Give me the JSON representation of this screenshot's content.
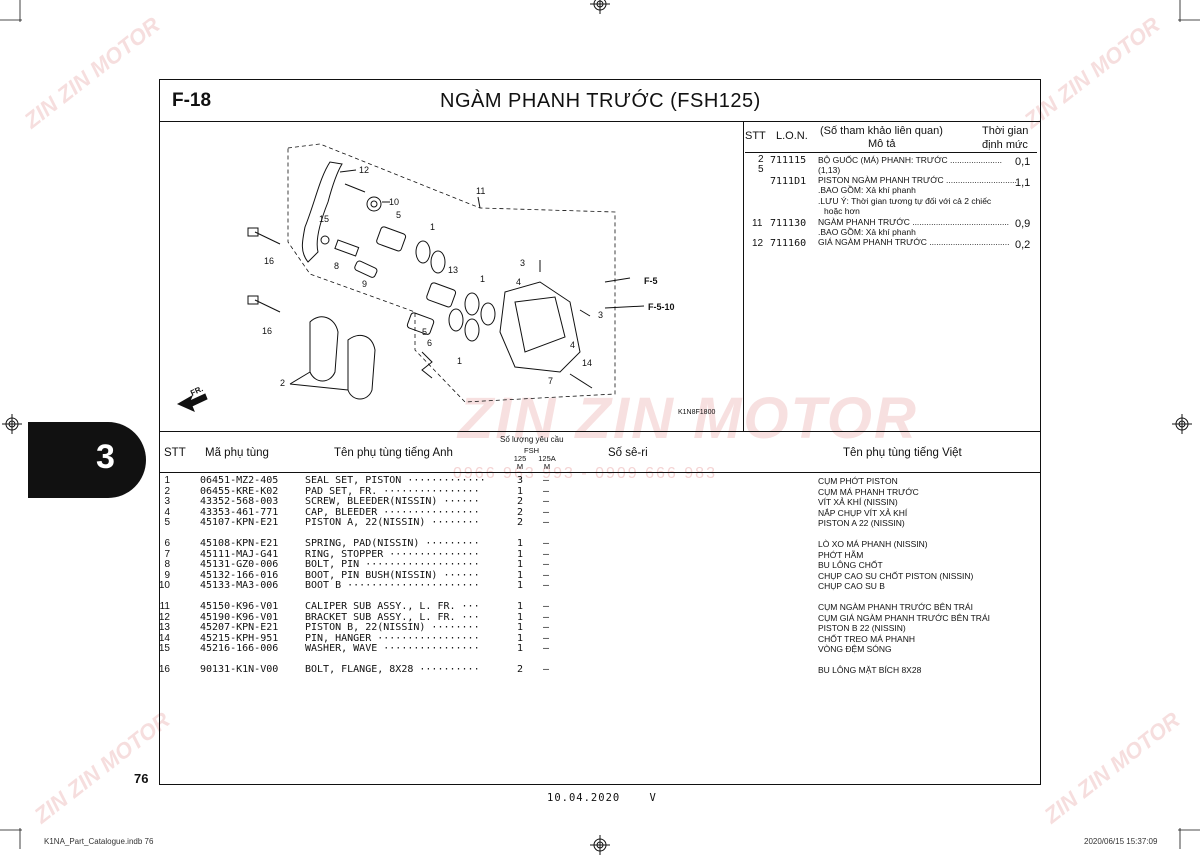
{
  "figure": {
    "code": "F-18",
    "title": "NGÀM PHANH TRƯỚC (FSH125)"
  },
  "labor_table": {
    "headers": {
      "stt": "STT",
      "lon": "L.O.N.",
      "desc_top": "(Số tham khảo liên quan)",
      "desc_bottom": "Mô tả",
      "time_top": "Thời gian",
      "time_bottom": "định mức"
    },
    "rows": [
      {
        "stt": "2\n5",
        "lon": "711115",
        "desc": "BỘ GUỐC (MÁ) PHANH: TRƯỚC ......................",
        "sub": "(1,13)",
        "time": "0,1"
      },
      {
        "stt": "",
        "lon": "7111D1",
        "desc": "PISTON NGÀM PHANH TRƯỚC ..............................",
        "sub": "",
        "time": "1,1"
      },
      {
        "stt": "",
        "lon": "",
        "desc": ".BAO GỒM: Xả khí phanh",
        "sub": "",
        "time": ""
      },
      {
        "stt": "",
        "lon": "",
        "desc": ".LƯU Ý: Thời gian tương tự đối với cả 2 chiếc",
        "sub": "hoặc hơn",
        "time": ""
      },
      {
        "stt": "11",
        "lon": "711130",
        "desc": "NGÀM PHANH TRƯỚC .........................................",
        "sub": "",
        "time": "0,9"
      },
      {
        "stt": "",
        "lon": "",
        "desc": ".BAO GỒM: Xả khí phanh",
        "sub": "",
        "time": ""
      },
      {
        "stt": "12",
        "lon": "711160",
        "desc": "GIÁ NGÀM PHANH TRƯỚC ..................................",
        "sub": "",
        "time": "0,2"
      }
    ]
  },
  "diagram": {
    "labels": [
      "12",
      "10",
      "11",
      "5",
      "1",
      "15",
      "16",
      "8",
      "9",
      "13",
      "3",
      "4",
      "F-5",
      "F-5-10",
      "1",
      "16",
      "5",
      "3",
      "6",
      "1",
      "4",
      "14",
      "7",
      "2",
      "FR."
    ],
    "code": "K1N8F1800"
  },
  "parts_table": {
    "headers": {
      "stt": "STT",
      "part_no": "Mã phụ tùng",
      "name_en": "Tên phụ tùng tiếng Anh",
      "qty_top": "Số lượng yêu cầu",
      "qty_model": "FSH",
      "qty_col1": "125\nM",
      "qty_col2": "125A\nM",
      "serial": "Số sê-ri",
      "name_vi": "Tên phụ tùng tiếng Việt"
    },
    "rows": [
      {
        "stt": "1",
        "part_no": "06451-MZ2-405",
        "name_en": "SEAL SET, PISTON ·············",
        "q1": "3",
        "q2": "–",
        "name_vi": "CỤM PHỚT PISTON"
      },
      {
        "stt": "2",
        "part_no": "06455-KRE-K02",
        "name_en": "PAD SET, FR. ················",
        "q1": "1",
        "q2": "–",
        "name_vi": "CỤM MÁ PHANH TRƯỚC"
      },
      {
        "stt": "3",
        "part_no": "43352-568-003",
        "name_en": "SCREW, BLEEDER(NISSIN) ······",
        "q1": "2",
        "q2": "–",
        "name_vi": "VÍT XẢ KHÍ (NISSIN)"
      },
      {
        "stt": "4",
        "part_no": "43353-461-771",
        "name_en": "CAP, BLEEDER ················",
        "q1": "2",
        "q2": "–",
        "name_vi": "NẮP CHỤP VÍT XẢ KHÍ"
      },
      {
        "stt": "5",
        "part_no": "45107-KPN-E21",
        "name_en": "PISTON A, 22(NISSIN) ········",
        "q1": "2",
        "q2": "–",
        "name_vi": "PISTON A 22 (NISSIN)"
      },
      {
        "stt": "6",
        "part_no": "45108-KPN-E21",
        "name_en": "SPRING, PAD(NISSIN) ·········",
        "q1": "1",
        "q2": "–",
        "name_vi": "LÒ XO MÁ PHANH (NISSIN)"
      },
      {
        "stt": "7",
        "part_no": "45111-MAJ-G41",
        "name_en": "RING, STOPPER ···············",
        "q1": "1",
        "q2": "–",
        "name_vi": "PHỚT HÃM"
      },
      {
        "stt": "8",
        "part_no": "45131-GZ0-006",
        "name_en": "BOLT, PIN ···················",
        "q1": "1",
        "q2": "–",
        "name_vi": "BU LÔNG CHỐT"
      },
      {
        "stt": "9",
        "part_no": "45132-166-016",
        "name_en": "BOOT, PIN BUSH(NISSIN) ······",
        "q1": "1",
        "q2": "–",
        "name_vi": "CHỤP CAO SU CHỐT PISTON (NISSIN)"
      },
      {
        "stt": "10",
        "part_no": "45133-MA3-006",
        "name_en": "BOOT B ······················",
        "q1": "1",
        "q2": "–",
        "name_vi": "CHỤP CAO SU B"
      },
      {
        "stt": "11",
        "part_no": "45150-K96-V01",
        "name_en": "CALIPER SUB ASSY., L. FR. ···",
        "q1": "1",
        "q2": "–",
        "name_vi": "CỤM NGÀM PHANH TRƯỚC BÊN TRÁI"
      },
      {
        "stt": "12",
        "part_no": "45190-K96-V01",
        "name_en": "BRACKET SUB ASSY., L. FR. ···",
        "q1": "1",
        "q2": "–",
        "name_vi": "CỤM GIÁ NGÀM PHANH TRƯỚC BÊN TRÁI"
      },
      {
        "stt": "13",
        "part_no": "45207-KPN-E21",
        "name_en": "PISTON B, 22(NISSIN) ········",
        "q1": "1",
        "q2": "–",
        "name_vi": "PISTON B 22 (NISSIN)"
      },
      {
        "stt": "14",
        "part_no": "45215-KPH-951",
        "name_en": "PIN, HANGER ·················",
        "q1": "1",
        "q2": "–",
        "name_vi": "CHỐT TREO MÁ PHANH"
      },
      {
        "stt": "15",
        "part_no": "45216-166-006",
        "name_en": "WASHER, WAVE ················",
        "q1": "1",
        "q2": "–",
        "name_vi": "VÒNG ĐỆM SÓNG"
      },
      {
        "stt": "16",
        "part_no": "90131-K1N-V00",
        "name_en": "BOLT, FLANGE, 8X28 ··········",
        "q1": "2",
        "q2": "–",
        "name_vi": "BU LÔNG MẶT BÍCH 8X28"
      }
    ]
  },
  "chapter": {
    "number": "3"
  },
  "page": {
    "number": "76",
    "date": "10.04.2020",
    "rev": "V"
  },
  "footer": {
    "file": "K1NA_Part_Catalogue.indb   76",
    "stamp": "2020/06/15   15:37:09"
  },
  "watermark": {
    "brand": "ZIN ZIN MOTOR",
    "phone": "0966 963 993 - 0909 666 983"
  },
  "colors": {
    "ink": "#111111",
    "watermark": "#f0c4c4"
  }
}
